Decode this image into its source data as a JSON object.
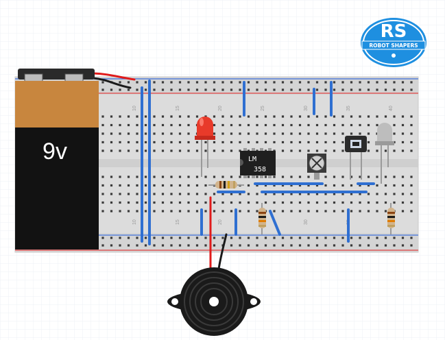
{
  "battery": {
    "label": "9v"
  },
  "ic": {
    "line1": "LM",
    "line2": "358"
  },
  "breadboard": {
    "column_numbers": [
      "10",
      "15",
      "20",
      "25",
      "30",
      "35",
      "40"
    ]
  },
  "logo": {
    "letters": "RS",
    "brand": "ROBOT SHAPERS"
  },
  "colors": {
    "wire_blue": "#2f6fd1",
    "wire_red": "#e01b1b",
    "wire_black": "#1a1a1a",
    "led_red": "#e83a2a",
    "battery_orange": "#c8863e",
    "logo_blue": "#1e8fe0"
  }
}
